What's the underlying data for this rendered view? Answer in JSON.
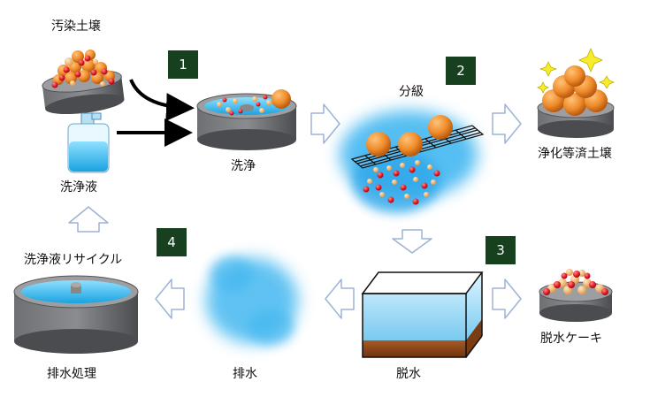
{
  "labels": {
    "contaminated_soil": "汚染土壌",
    "wash_liquid": "洗浄液",
    "washing": "洗浄",
    "classification": "分級",
    "purified_soil": "浄化等済土壌",
    "wash_recycle": "洗浄液リサイクル",
    "drainage_treatment": "排水処理",
    "drainage": "排水",
    "dewatering": "脱水",
    "dewatered_cake": "脱水ケーキ"
  },
  "steps": [
    "1",
    "2",
    "3",
    "4"
  ],
  "colors": {
    "step_box": "#17401f",
    "orange_particle": "#ee8a2a",
    "red_particle": "#e8202a",
    "water_blue": "#4fc3ee",
    "container_gray": "#595b5e",
    "arrow_outline": "#9db3d6",
    "sludge_brown": "#8b4a1c"
  }
}
